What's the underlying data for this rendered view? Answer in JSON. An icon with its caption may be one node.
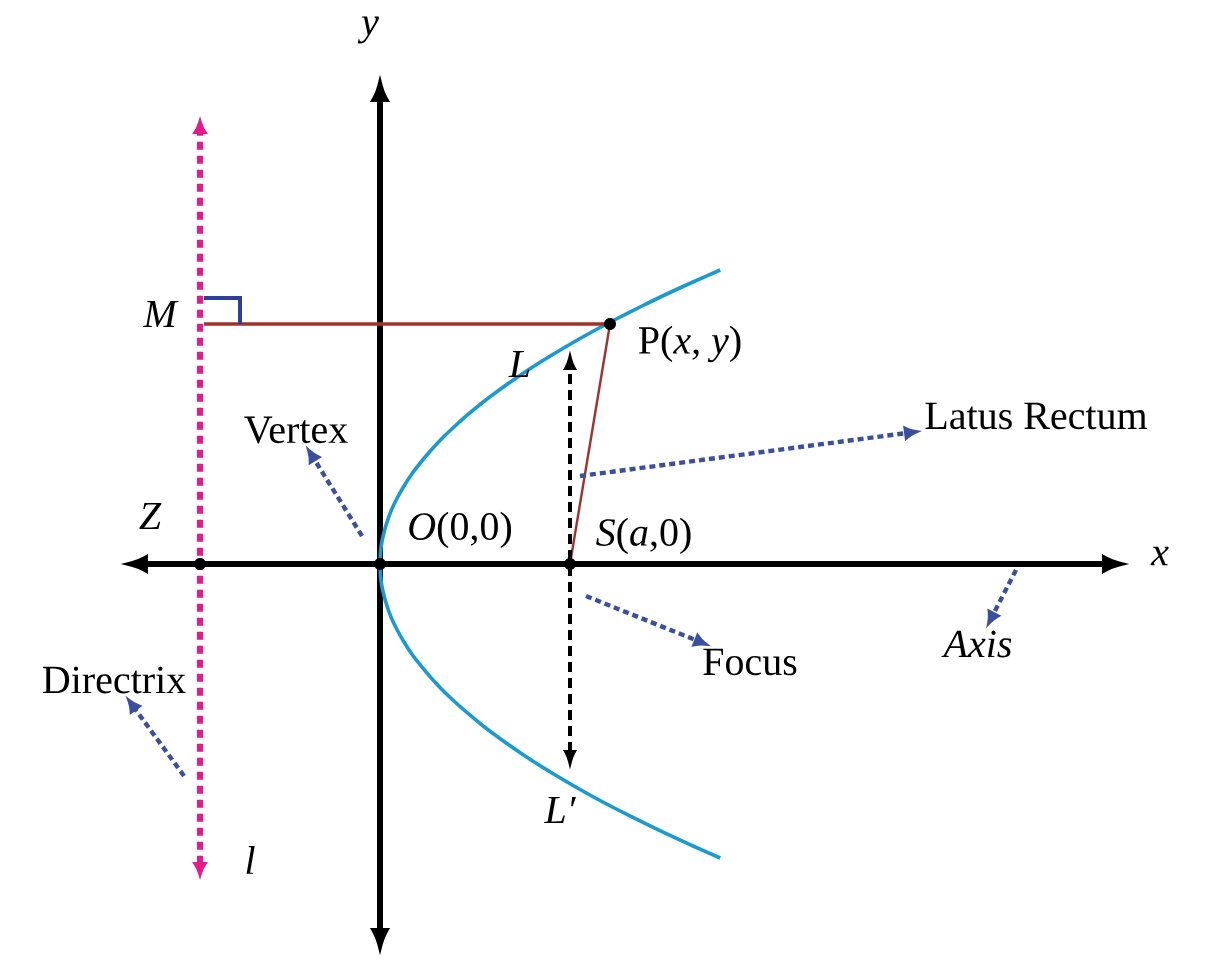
{
  "diagram": {
    "nodes": [
      {
        "text": [
          "Vertex"
        ]
      },
      {
        "text": [
          "Latus Rectum"
        ]
      },
      {
        "text": [
          "Focus"
        ]
      },
      {
        "text": [
          "Axis"
        ]
      },
      {
        "text": [
          "Directrix"
        ]
      }
    ],
    "edges": [
      {
        "from": null,
        "to": 0,
        "arrow": "to",
        "style": "dashed"
      },
      {
        "from": null,
        "to": 1,
        "arrow": "to",
        "style": "dashed"
      },
      {
        "from": null,
        "to": 2,
        "arrow": "to",
        "style": "dashed"
      },
      {
        "from": null,
        "to": 3,
        "arrow": "to",
        "style": "dashed"
      },
      {
        "from": null,
        "to": 4,
        "arrow": "to",
        "style": "dashed"
      }
    ],
    "labels": [
      "y",
      "x",
      "M",
      "L",
      "P(*x*, *y*)",
      "Z",
      "*O*(0,0)",
      "*S*(*a*,0)",
      "L′",
      "l"
    ]
  }
}
